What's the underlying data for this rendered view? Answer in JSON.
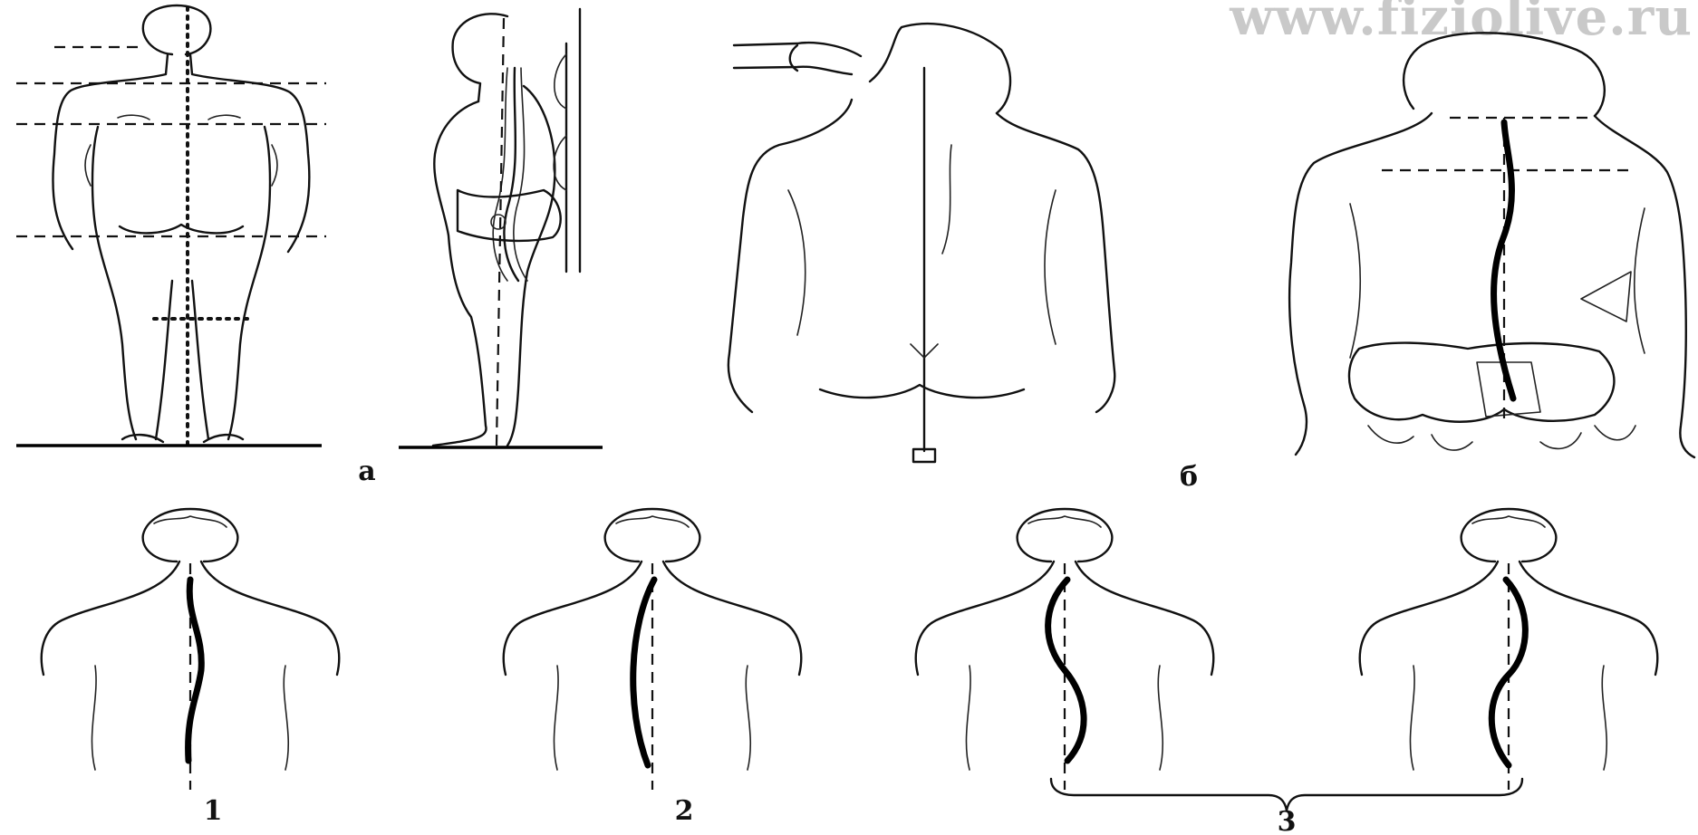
{
  "watermark": "www.fiziolive.ru",
  "labels": {
    "group_a": "а",
    "group_b": "б",
    "variant_1": "1",
    "variant_2": "2",
    "variant_3": "3"
  },
  "colors": {
    "ink": "#111111",
    "background": "#ffffff",
    "watermark": "#c9c9c9"
  }
}
